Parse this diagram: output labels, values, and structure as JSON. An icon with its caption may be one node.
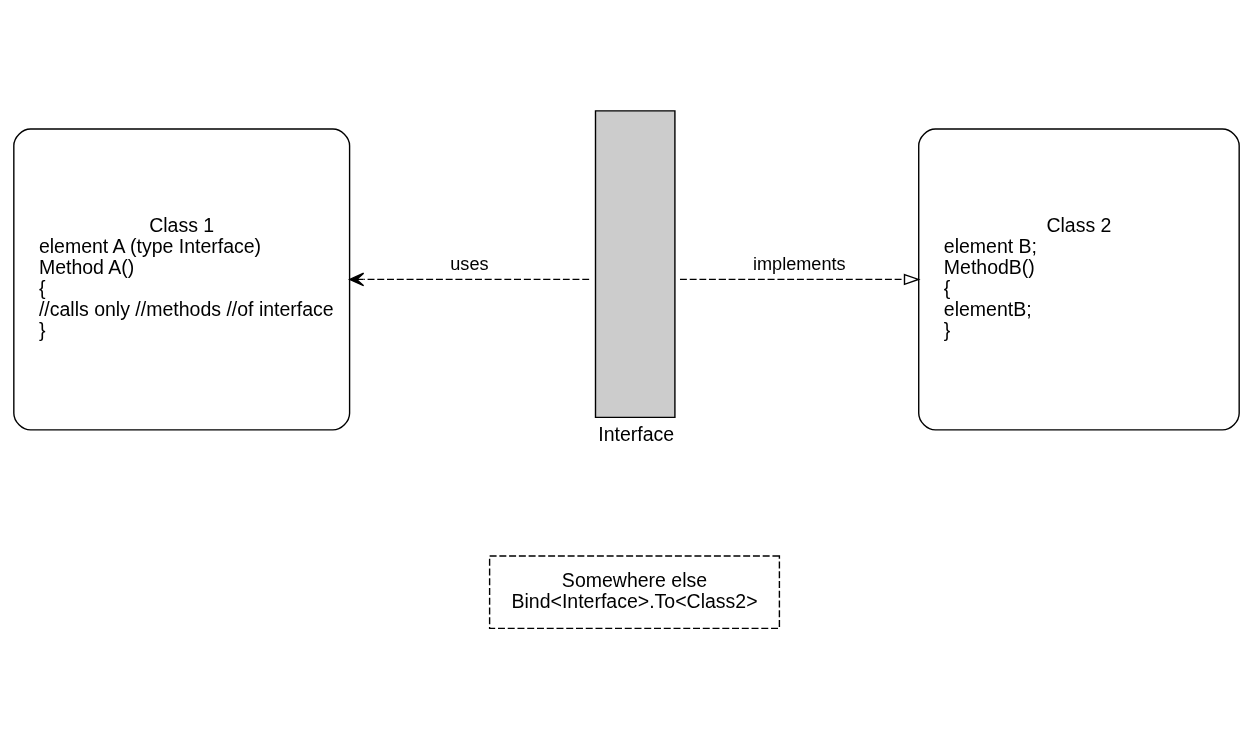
{
  "diagram": {
    "nodes": [
      {
        "text": [
          "Class 1",
          "element A (type Interface)",
          "Method A()",
          "{",
          "//calls only //methods //of interface",
          "}"
        ]
      },
      {
        "text": [
          "Interface"
        ]
      },
      {
        "text": [
          "Class 2",
          "element B;",
          "MethodB()",
          "{",
          "elementB;",
          "}"
        ]
      },
      {
        "text": [
          "Somewhere else",
          "Bind<Interface>.To<Class2>"
        ]
      }
    ],
    "edges": [
      {
        "from": 1,
        "to": 0,
        "arrow": "to",
        "label": "uses",
        "style": "dashed"
      },
      {
        "from": 1,
        "to": 2,
        "arrow": "to",
        "label": "implements",
        "style": "dashed"
      }
    ]
  }
}
